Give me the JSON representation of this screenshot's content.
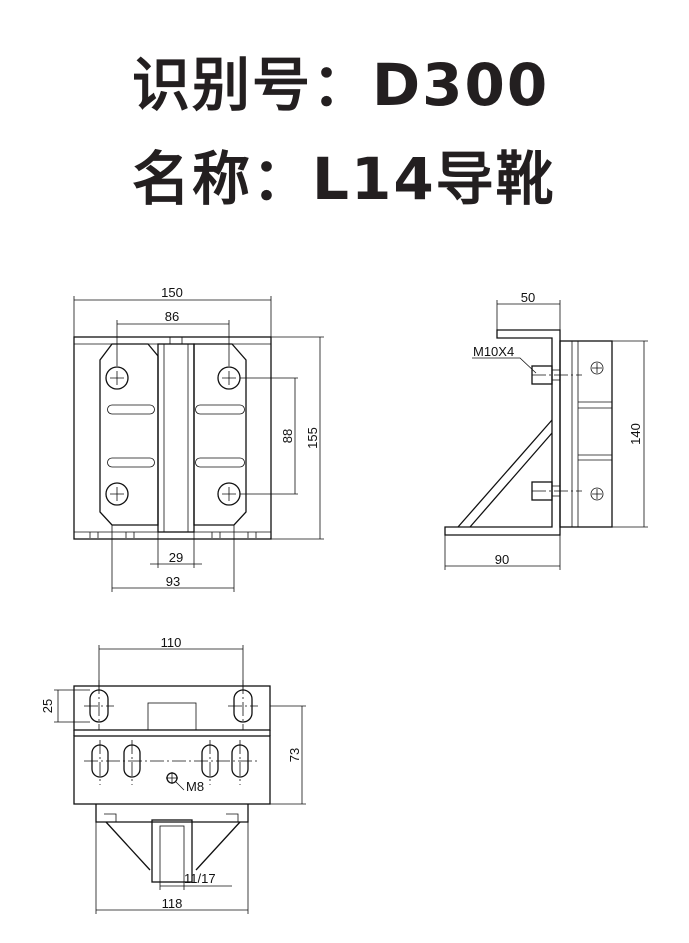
{
  "header": {
    "id_line": "识别号：D300",
    "name_line": "名称：L14导靴"
  },
  "front_view": {
    "dim_width": "150",
    "dim_slot": "86",
    "dim_hole_v": "88",
    "dim_height": "155",
    "dim_gap": "29",
    "dim_base": "93"
  },
  "side_view": {
    "dim_flange": "50",
    "bolt_label": "M10X4",
    "dim_height": "140",
    "dim_base": "90"
  },
  "top_view": {
    "dim_holes": "110",
    "dim_slot": "25",
    "dim_height": "73",
    "thread_label": "M8",
    "dim_slot_w": "11/17",
    "dim_width": "118"
  }
}
